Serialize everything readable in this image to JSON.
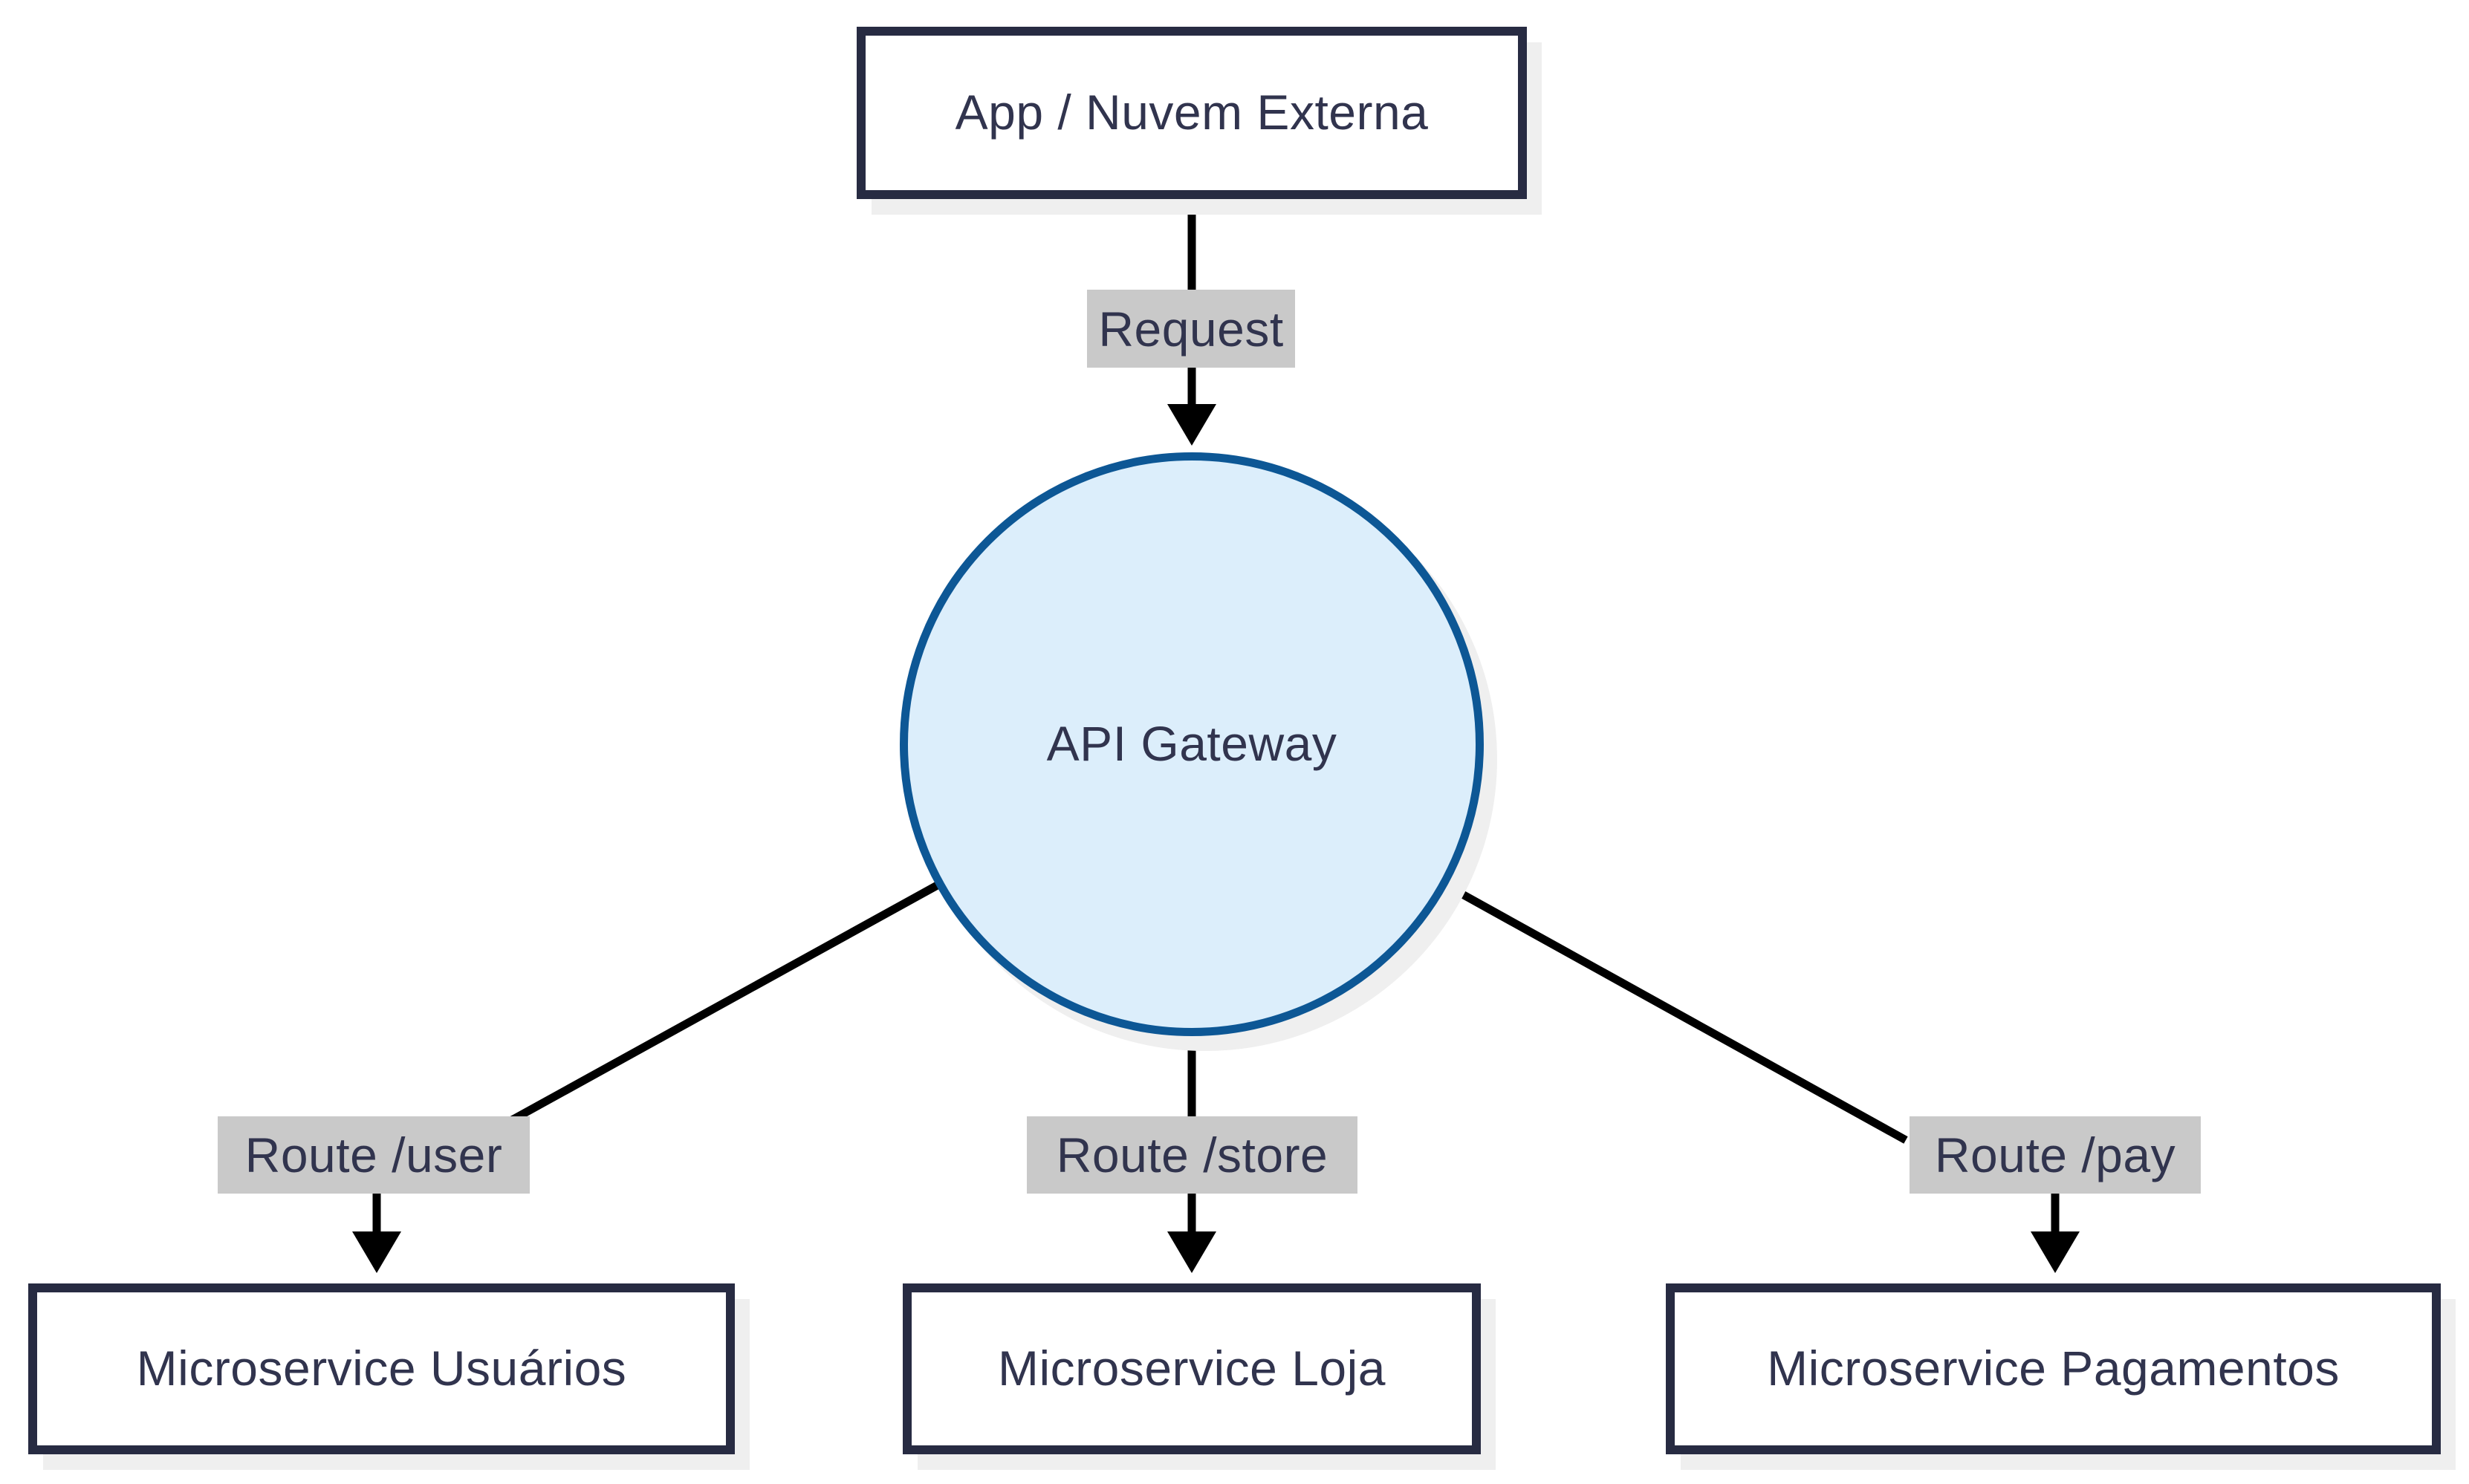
{
  "diagram": {
    "nodes": {
      "app": "App / Nuvem Externa",
      "gateway": "API Gateway",
      "ms_users": "Microservice Usuários",
      "ms_store": "Microservice Loja",
      "ms_payments": "Microservice Pagamentos"
    },
    "edge_labels": {
      "request": "Request",
      "route_user": "Route /user",
      "route_store": "Route /store",
      "route_pay": "Route /pay"
    },
    "colors": {
      "background": "#ffffff",
      "node-border": "#272b42",
      "node-fill": "#ffffff",
      "text": "#31344e",
      "label-bg": "#c9c9c9",
      "circle-fill": "#dceefb",
      "circle-border": "#0d5795",
      "edge": "#000000",
      "shadow": "#efefef"
    }
  }
}
